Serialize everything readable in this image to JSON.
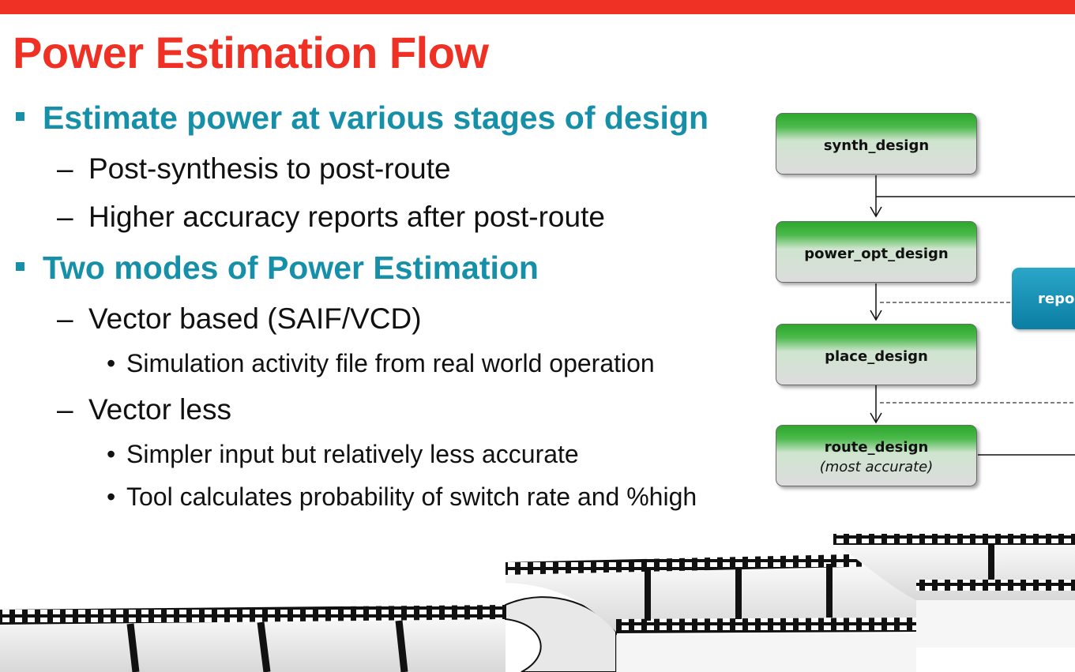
{
  "slide": {
    "title": "Power Estimation Flow",
    "bullets": [
      {
        "text": "Estimate power at various stages of design"
      },
      {
        "text": "Post-synthesis to post-route"
      },
      {
        "text": "Higher accuracy reports after post-route"
      },
      {
        "text": "Two modes of Power Estimation"
      },
      {
        "text": "Vector based (SAIF/VCD)"
      },
      {
        "text": "Simulation activity file from real world operation"
      },
      {
        "text": "Vector less"
      },
      {
        "text": "Simpler input but relatively less accurate"
      },
      {
        "text": "Tool calculates probability of switch rate and %high"
      }
    ],
    "dash_glyph": "–",
    "dot_glyph": "•"
  },
  "flow": {
    "steps": [
      {
        "label": "synth_design"
      },
      {
        "label": "power_opt_design"
      },
      {
        "label": "place_design"
      },
      {
        "label": "route_design",
        "sublabel": "(most accurate)"
      }
    ],
    "report_label": "repo"
  },
  "colors": {
    "brand_red": "#ee3124",
    "heading_teal": "#1690a8",
    "step_green": "#2ca82c",
    "report_blue": "#0b7ea3"
  }
}
